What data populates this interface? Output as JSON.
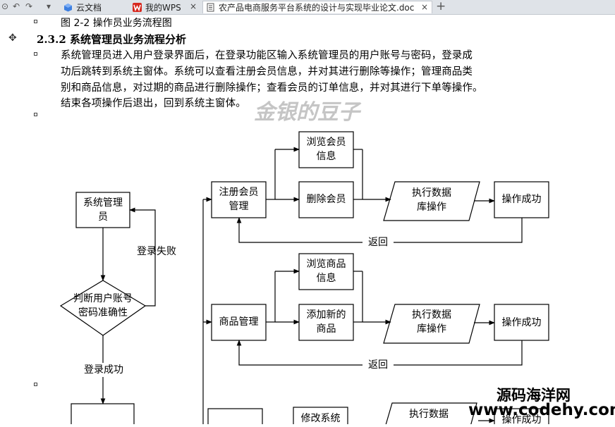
{
  "tabs": [
    {
      "label": "云文档",
      "icon": "cloud-docs-icon"
    },
    {
      "label": "我的WPS",
      "icon": "wps-logo-icon"
    },
    {
      "label": "农产品电商服务平台系统的设计与实现毕业论文.doc",
      "icon": "document-icon"
    }
  ],
  "toolbar": {
    "undo": "↶",
    "redo": "↷",
    "dropdown": "▾",
    "new_tab": "+",
    "close": "×"
  },
  "document": {
    "caption": "图 2-2 操作员业务流程图",
    "heading": "2.3.2 系统管理员业务流程分析",
    "paragraph_lines": [
      "系统管理员进入用户登录界面后，在登录功能区输入系统管理员的用户账号与密码，登录成",
      "功后跳转到系统主窗体。系统可以查看注册会员信息，并对其进行删除等操作；管理商品类",
      "别和商品信息，对过期的商品进行删除操作；查看会员的订单信息，并对其进行下单等操作。",
      "结束各项操作后退出，回到系统主窗体。"
    ]
  },
  "watermarks": {
    "center": "金银的豆子",
    "corner_cn": "源码海洋网",
    "corner_url": "www.codehy.com"
  },
  "flowchart": {
    "admin": "系统管理\n员",
    "decision": "判断用户账号\n密码准确性",
    "login_fail": "登录失败",
    "login_success": "登录成功",
    "member_manage": "注册会员\n管理",
    "browse_member": "浏览会员\n信息",
    "delete_member": "删除会员",
    "exec_db_1": "执行数据\n库操作",
    "success_1": "操作成功",
    "return_1": "返回",
    "goods_manage": "商品管理",
    "browse_goods": "浏览商品\n信息",
    "add_goods": "添加新的\n商品",
    "exec_db_2": "执行数据\n库操作",
    "success_2": "操作成功",
    "return_2": "返回",
    "modify_system": "修改系统",
    "exec_db_3": "执行数据",
    "success_3": "操作成功"
  }
}
